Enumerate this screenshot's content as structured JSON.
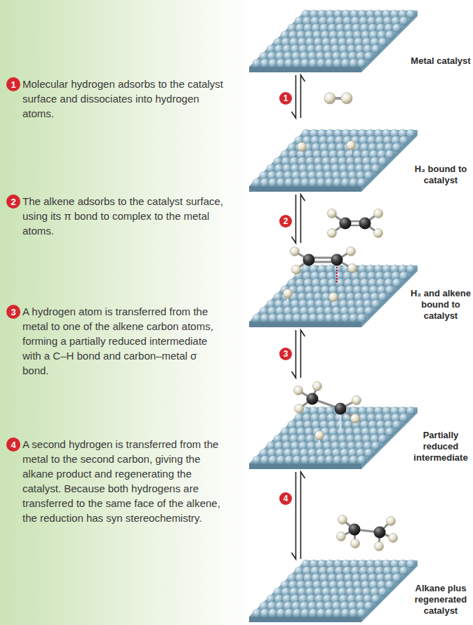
{
  "diagram": {
    "nodes": [
      {
        "text": [
          "Metal catalyst"
        ]
      },
      {
        "text": [
          "1"
        ]
      },
      {
        "text": [
          "1"
        ]
      },
      {
        "text": [
          "H₂ bound to catalyst"
        ]
      },
      {
        "text": [
          "2"
        ]
      },
      {
        "text": [
          "2"
        ]
      },
      {
        "text": [
          "H₂ and alkene bound to catalyst"
        ]
      },
      {
        "text": [
          "3"
        ]
      },
      {
        "text": [
          "3"
        ]
      },
      {
        "text": [
          "Partially reduced intermediate"
        ]
      },
      {
        "text": [
          "4"
        ]
      },
      {
        "text": [
          "4"
        ]
      },
      {
        "text": [
          "Alkane plus regenerated catalyst"
        ]
      }
    ],
    "edges": [
      {
        "from": 0,
        "to": 3,
        "arrow": "both"
      },
      {
        "from": 3,
        "to": 6,
        "arrow": "both"
      },
      {
        "from": 6,
        "to": 9,
        "arrow": "both"
      },
      {
        "from": 9,
        "to": 12,
        "arrow": "both"
      }
    ],
    "labels": [
      "Molecular hydrogen adsorbs to the catalyst surface and dissociates into hydrogen atoms.",
      "The alkene adsorbs to the catalyst surface, using its π bond to complex to the metal atoms.",
      "A hydrogen atom is transferred from the metal to one of the alkene carbon atoms, forming a partially reduced intermediate with a C–H bond and carbon–metal σ bond.",
      "A second hydrogen is transferred from the metal to the second carbon, giving the alkane product and regenerating the catalyst. Because both hydrogens are transferred to the same face of the alkene, the reduction has syn stereochemistry."
    ]
  }
}
